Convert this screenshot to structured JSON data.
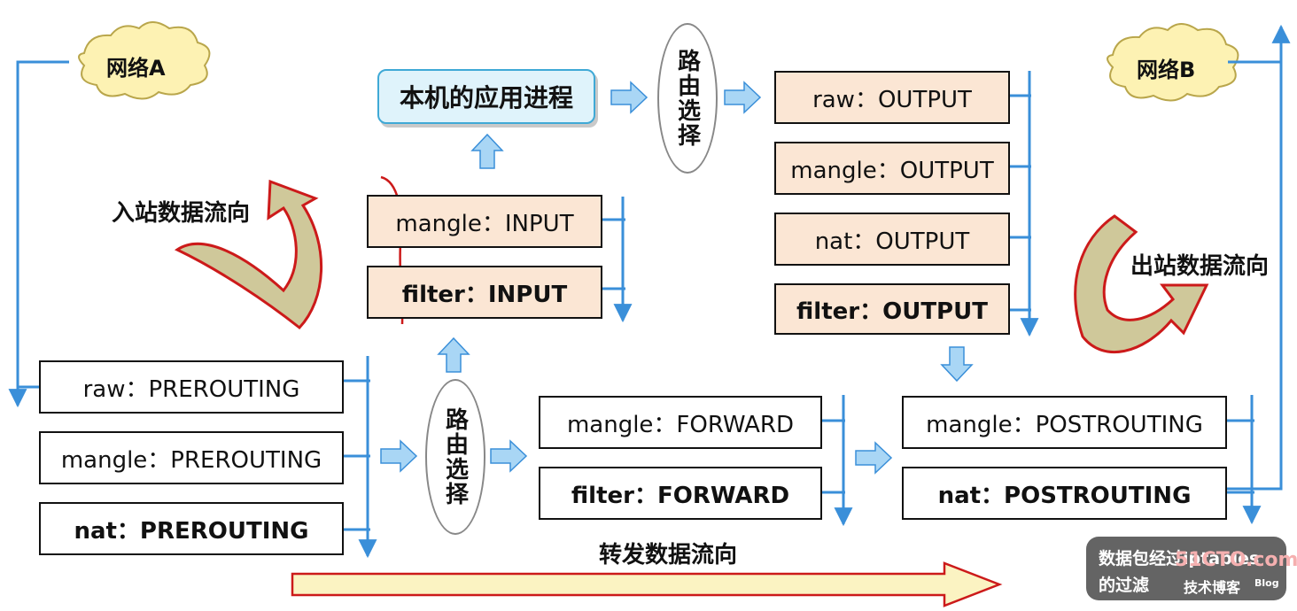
{
  "network_a": "网络A",
  "network_b": "网络B",
  "local_process": "本机的应用进程",
  "route_select_top": "路由选择",
  "route_select_bottom": "路由选择",
  "inbound_label": "入站数据流向",
  "outbound_label": "出站数据流向",
  "forward_label": "转发数据流向",
  "input_chain": {
    "mangle": "mangle：INPUT",
    "filter": "filter：INPUT"
  },
  "output_chain": {
    "raw": "raw：OUTPUT",
    "mangle": "mangle：OUTPUT",
    "nat": "nat：OUTPUT",
    "filter": "filter：OUTPUT"
  },
  "prerouting_chain": {
    "raw": "raw：PREROUTING",
    "mangle": "mangle：PREROUTING",
    "nat": "nat：PREROUTING"
  },
  "forward_chain": {
    "mangle": "mangle：FORWARD",
    "filter": "filter：FORWARD"
  },
  "postrouting_chain": {
    "mangle": "mangle：POSTROUTING",
    "nat": "nat：POSTROUTING"
  },
  "watermark": {
    "line1": "数据包经过iptables",
    "line2": "的过滤",
    "brand": "51CTO.com",
    "sub": "技术博客",
    "blog": "Blog"
  },
  "colors": {
    "line": "#3a8fd9",
    "arrow_fill": "#a9d6f5",
    "box_fill": "#fbe6d4",
    "curve_fill": "#cfc89a",
    "curve_edge": "#cc1a1a"
  }
}
